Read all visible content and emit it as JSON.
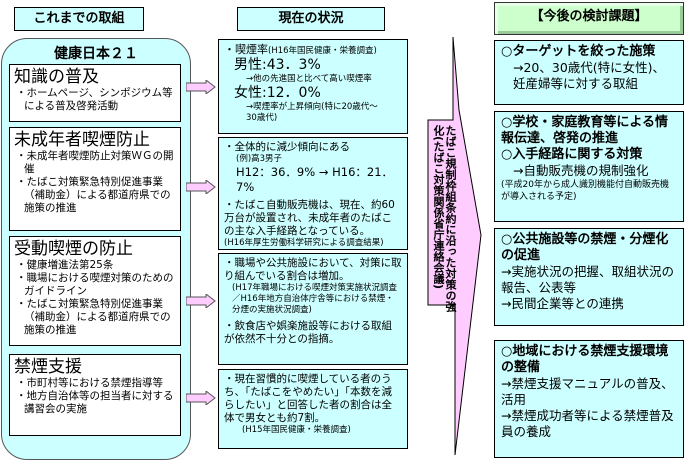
{
  "headers": {
    "past": "これまでの取組",
    "current": "現在の状況",
    "future": "【今後の検討課題】"
  },
  "colors": {
    "box_fill": "#ccffff",
    "arrow_fill": "#ffccff",
    "header_green": "#ccffcc"
  },
  "past_panel": {
    "title": "健康日本２１",
    "sections": [
      {
        "title": "知識の普及",
        "bullets": [
          "・ホームページ、シンポジウム等による普及啓発活動"
        ]
      },
      {
        "title": "未成年者喫煙防止",
        "bullets": [
          "・未成年者喫煙防止対策ＷＧの開催",
          "・たばこ対策緊急特別促進事業（補助金）による都道府県での施策の推進"
        ]
      },
      {
        "title": "受動喫煙の防止",
        "bullets": [
          "・健康増進法第25条",
          "・職場における喫煙対策のためのガイドライン",
          "・たばこ対策緊急特別促進事業（補助金）による都道府県での施策の推進"
        ]
      },
      {
        "title": "禁煙支援",
        "bullets": [
          "・市町村等における禁煙指導等",
          "・地方自治体等の担当者に対する講習会の実施"
        ]
      }
    ]
  },
  "current": {
    "box1": {
      "line1": "・喫煙率",
      "line1_src": "(H16年国民健康・栄養調査)",
      "male": "男性:43．3%",
      "male_note": "→他の先進国と比べて高い喫煙率",
      "female": "女性:12．0%",
      "female_note": "→喫煙率が上昇傾向(特に20歳代～30歳代)"
    },
    "box2": {
      "line1": "・全体的に減少傾向にある",
      "example": "(例)高3男子",
      "stat": "H12：36．9% → H16：21．7%",
      "line2": "・たばこ自動販売機は、現在、約60万台が設置され、未成年者のたばこの主な入手経路となっている。",
      "source": "(H16年厚生労働科学研究による調査結果)"
    },
    "box3": {
      "line1": "・職場や公共施設において、対策に取り組んでいる割合は増加。",
      "source": "(H17年職場における喫煙対策実施状況調査／H16年地方自治体庁舎等における禁煙・分煙の実施状況調査)",
      "line2": "・飲食店や娯楽施設等における取組が依然不十分との指摘。"
    },
    "box4": {
      "line1": "・現在習慣的に喫煙している者のうち、「たばこをやめたい」「本数を減らしたい」と回答した者の割合は全体で男女とも約7割。",
      "source": "(H15年国民健康・栄養調査)"
    }
  },
  "center_arrow": {
    "main": "たばこ規制枠組条約に沿った対策の強化",
    "sub": "(たばこ対策関係省庁連絡会議)"
  },
  "future": {
    "box1": {
      "heading": "○ターゲットを絞った施策",
      "items": [
        "→20、30歳代(特に女性)、妊産婦等に対する取組"
      ]
    },
    "box2": {
      "heading": "○学校・家庭教育等による情報伝達、啓発の推進",
      "heading2": "○入手経路に関する対策",
      "items": [
        "→自動販売機の規制強化"
      ],
      "note": "(平成20年から成人識別機能付自動販売機が導入される予定)"
    },
    "box3": {
      "heading": "○公共施設等の禁煙・分煙化の促進",
      "items": [
        "→実施状況の把握、取組状況の報告、公表等",
        "→民間企業等との連携"
      ]
    },
    "box4": {
      "heading": "○地域における禁煙支援環境の整備",
      "items": [
        "→禁煙支援マニュアルの普及、活用",
        "→禁煙成功者等による禁煙普及員の養成"
      ]
    }
  }
}
